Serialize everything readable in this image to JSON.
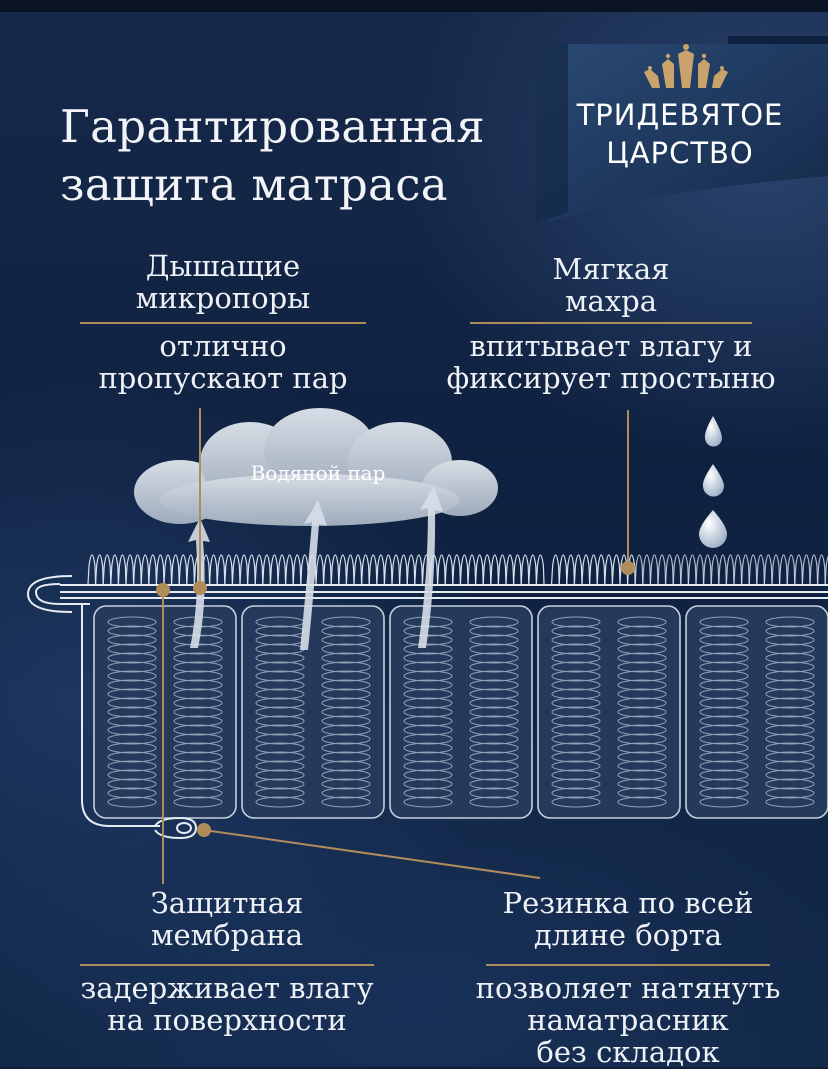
{
  "title": {
    "line1": "Гарантированная",
    "line2": "защита матраса"
  },
  "brand": {
    "line1": "ТРИДЕВЯТОЕ",
    "line2": "ЦАРСТВО"
  },
  "features": {
    "micropores": {
      "heading": [
        "Дышащие",
        "микропоры"
      ],
      "desc": [
        "отлично",
        "пропускают пар"
      ]
    },
    "terry": {
      "heading": [
        "Мягкая",
        "махра"
      ],
      "desc": [
        "впитывает влагу и",
        "фиксирует простыню"
      ]
    },
    "membrane": {
      "heading": [
        "Защитная",
        "мембрана"
      ],
      "desc": [
        "задерживает влагу",
        "на поверхности"
      ]
    },
    "elastic": {
      "heading": [
        "Резинка по всей",
        "длине борта"
      ],
      "desc": [
        "позволяет натянуть",
        "наматрасник",
        "без складок"
      ]
    }
  },
  "cloud_label": "Водяной пар",
  "colors": {
    "background": "#0f2140",
    "accent_gold": "#b08c5a",
    "text": "#eef1f6",
    "line_white": "#e6ebf2",
    "ribbon": "#1c3558"
  },
  "icons": {
    "crown": "crown-icon",
    "droplets": "water-drop-icon",
    "arrows": "arrow-up-icon"
  }
}
